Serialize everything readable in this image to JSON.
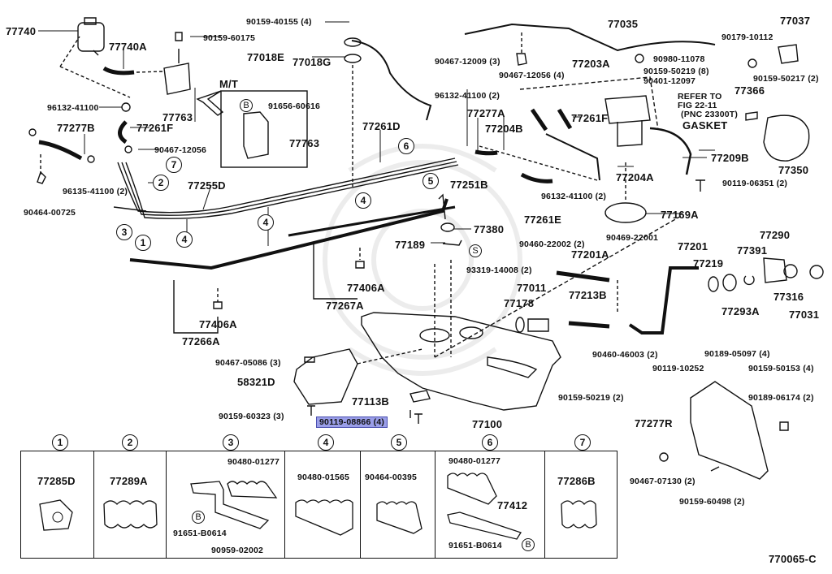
{
  "diagram": {
    "figure_id": "770065-C",
    "highlighted_part": "90119-08866 (4)",
    "highlight_color": "#9a9ee8",
    "top_labels": {
      "p77740": "77740",
      "p77740A": "77740A",
      "p90159_60175": "90159-60175",
      "p90159_40155": "90159-40155 (4)",
      "p77018E": "77018E",
      "p77018G": "77018G",
      "p77035": "77035",
      "p77037": "77037",
      "p90179_10112": "90179-10112",
      "p90467_12009": "90467-12009 (3)",
      "p90980_11078": "90980-11078",
      "p77203A": "77203A",
      "p90159_50219_8": "90159-50219 (8)",
      "p90401_12097": "90401-12097",
      "p90467_12056_4": "90467-12056 (4)",
      "p90159_50217": "90159-50217 (2)",
      "p77366": "77366",
      "refer_to": "REFER TO",
      "fig": "FIG 22-11",
      "pnc": "(PNC 23300T)",
      "gasket": "GASKET",
      "mt": "M/T",
      "p91656_60616": "91656-60616",
      "p77763_box": "77763",
      "p77763": "77763",
      "p96132_41100": "96132-41100",
      "p77261F_left": "77261F",
      "p77277B": "77277B",
      "p90467_12056": "90467-12056",
      "p96135_41100": "96135-41100 (2)",
      "p90464_00725": "90464-00725",
      "p77255D": "77255D",
      "p77261D": "77261D",
      "p96132_41100_2a": "96132-41100 (2)",
      "p77277A": "77277A",
      "p77204B": "77204B",
      "p77261F_right": "77261F",
      "p77209B": "77209B",
      "p77350": "77350",
      "p77251B": "77251B",
      "p77204A": "77204A",
      "p90119_06351": "90119-06351 (2)",
      "p96132_41100_2b": "96132-41100 (2)",
      "p77261E": "77261E",
      "p77169A": "77169A",
      "p77380": "77380",
      "p77189": "77189",
      "p93319_14008": "93319-14008 (2)",
      "p90460_22002": "90460-22002 (2)",
      "p90469_22001": "90469-22001",
      "p77201A": "77201A",
      "p77201": "77201",
      "p77219": "77219",
      "p77391": "77391",
      "p77290": "77290",
      "p77406A_a": "77406A",
      "p77406A_b": "77406A",
      "p77267A": "77267A",
      "p77266A": "77266A",
      "p77011": "77011",
      "p77178": "77178",
      "p77213B": "77213B",
      "p77293A": "77293A",
      "p77316": "77316",
      "p77031": "77031",
      "p90460_46003": "90460-46003 (2)",
      "p90119_10252": "90119-10252",
      "p90189_05097": "90189-05097 (4)",
      "p90159_50153": "90159-50153 (4)",
      "p90467_05086": "90467-05086 (3)",
      "p58321D": "58321D",
      "p77113B": "77113B",
      "p90159_60323": "90159-60323 (3)",
      "p90119_08866": "90119-08866 (4)",
      "p77100": "77100",
      "p90159_50219_2": "90159-50219 (2)",
      "p90189_06174": "90189-06174 (2)",
      "p77277R": "77277R",
      "p90467_07130": "90467-07130 (2)",
      "p90159_60498": "90159-60498 (2)"
    },
    "callouts": {
      "c1": "1",
      "c2": "2",
      "c3": "3",
      "c4": "4",
      "c5": "5",
      "c6": "6",
      "c7": "7",
      "s": "S",
      "b": "B"
    },
    "panels": [
      {
        "number": "1",
        "labels": [
          "77285D"
        ]
      },
      {
        "number": "2",
        "labels": [
          "77289A"
        ]
      },
      {
        "number": "3",
        "labels": [
          "90480-01277",
          "91651-B0614",
          "90959-02002"
        ],
        "letter": "B"
      },
      {
        "number": "4",
        "labels": [
          "90480-01565"
        ]
      },
      {
        "number": "5",
        "labels": [
          "90464-00395"
        ]
      },
      {
        "number": "6",
        "labels": [
          "90480-01277",
          "77412",
          "91651-B0614"
        ],
        "letter": "B"
      },
      {
        "number": "7",
        "labels": [
          "77286B"
        ]
      }
    ]
  }
}
